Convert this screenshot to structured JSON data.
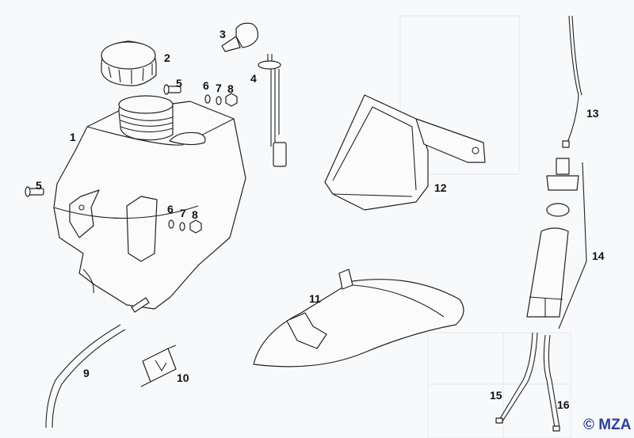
{
  "diagram": {
    "labels": [
      "1",
      "2",
      "3",
      "4",
      "5",
      "6",
      "7",
      "8",
      "5",
      "6",
      "7",
      "8",
      "9",
      "10",
      "11",
      "12",
      "13",
      "14",
      "15",
      "16"
    ],
    "copyright": "© MZA",
    "colors": {
      "line": "#222222",
      "background": "#f8f9fb",
      "copyright": "#2b3f9e"
    }
  }
}
